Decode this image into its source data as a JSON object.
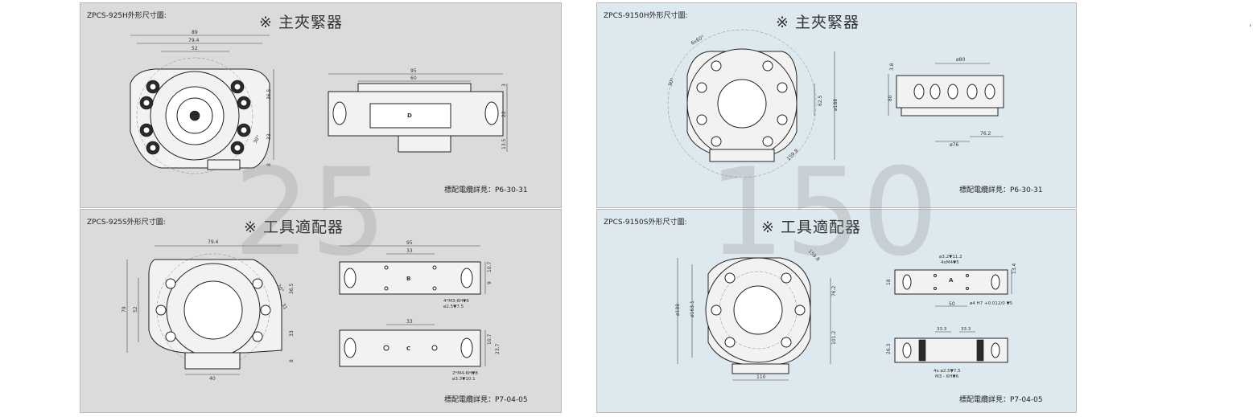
{
  "panels": {
    "p1": {
      "title": "ZPCS-925H外形尺寸圖:",
      "tag": "※ 主夾緊器",
      "ref": "標配電纜詳見：P6-30-31",
      "dims": {
        "d89": "89",
        "d794": "79.4",
        "d52": "52",
        "d365": "36.5",
        "d33": "33",
        "d8": "8",
        "d95": "95",
        "d60": "60",
        "d3": "3",
        "d22": "22",
        "d135": "13.5",
        "d30": "30°",
        "lbl": "D"
      }
    },
    "p2": {
      "title": "ZPCS-9150H外形尺寸圖:",
      "tag": "※ 主夾緊器",
      "ref": "標配電纜詳見：P6-30-31",
      "dims": {
        "d660": "6x60°",
        "d30": "30°",
        "d625": "62.5",
        "d188": "ø188",
        "d1598": "159.8",
        "d80t": "ø80",
        "d38": "3.8",
        "d80": "80",
        "d76": "ø76",
        "d762": "76.2"
      }
    },
    "p3": {
      "title": "ZPCS-925S外形尺寸圖:",
      "tag": "※ 工具適配器",
      "ref": "標配電纜詳見：P7-04-05",
      "dims": {
        "d794": "79.4",
        "d79": "79",
        "d52": "52",
        "d365": "36.5",
        "d33": "33",
        "d8": "8",
        "d40": "40",
        "d20": "20°",
        "d31": "31",
        "d95": "95",
        "d33t": "33",
        "d107": "10.7",
        "d9": "9",
        "lblB": "B",
        "m3": "4*M3-6H▼6",
        "d25": "ø2.5▼7.5",
        "d33b": "33",
        "d107b": "10.7",
        "d237": "23.7",
        "lblC": "C",
        "m4": "2*M4-6H▼8",
        "d33c": "ø3.3▼10.1"
      }
    },
    "p4": {
      "title": "ZPCS-9150S外形尺寸圖:",
      "tag": "※ 工具適配器",
      "ref": "標配電纜詳見：P7-04-05",
      "dims": {
        "d1598": "159.8",
        "d762": "76.2",
        "d1012": "101.2",
        "d188": "ø188",
        "d1631": "ø163.1",
        "d110": "110",
        "h1": "ø3.2▼11.2",
        "h2": "4xM4▼5",
        "d134": "13.4",
        "d18": "18",
        "lblA": "A",
        "d50": "50",
        "h7": "ø4 H7 +0.012/0 ▼5",
        "d333a": "33.3",
        "d333b": "33.3",
        "d263": "26.3",
        "h3": "4x ø2.5▼7.5",
        "h4": "M3 - 6H▼6"
      }
    }
  },
  "watermarks": {
    "w1": "25",
    "w2": "150"
  },
  "edge_mark": "'"
}
